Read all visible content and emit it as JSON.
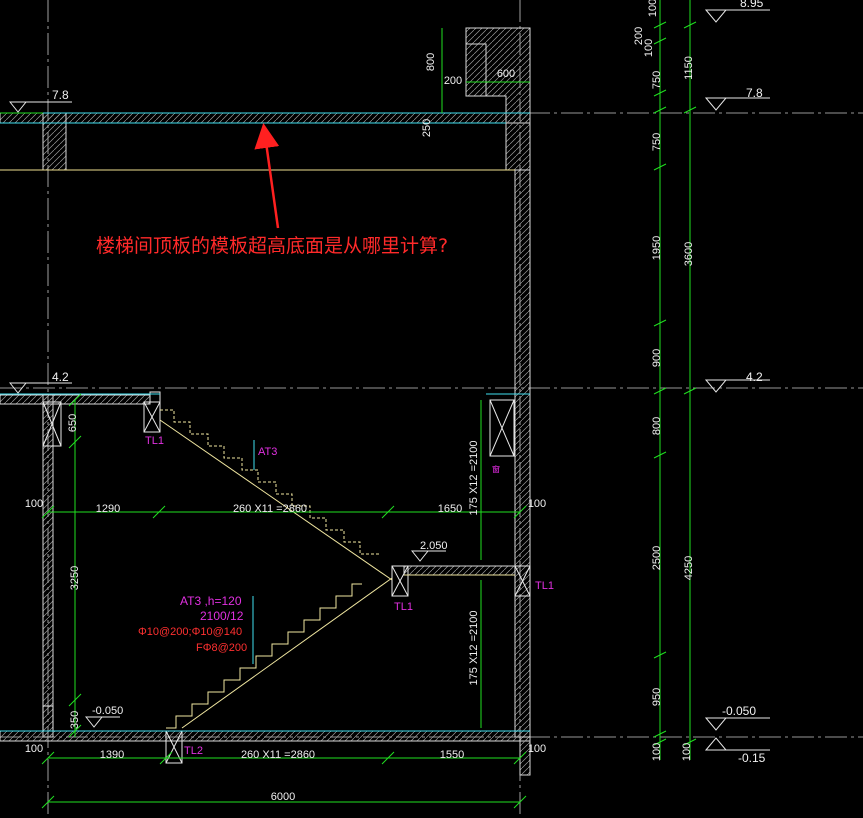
{
  "question": "楼梯间顶板的模板超高底面是从哪里计算?",
  "levels": {
    "top": "8.95",
    "roof": "7.8",
    "mid": "4.2",
    "landing": "2.050",
    "ground": "-0.050",
    "outside": "-0.15"
  },
  "labels": {
    "tl1_a": "TL1",
    "tl1_b": "TL1",
    "tl1_c": "TL1",
    "tl2": "TL2",
    "at3": "AT3",
    "note_at3": "AT3 ,h=120",
    "note_steps": "2100/12",
    "note_rebar1": "Φ10@200;Φ10@140",
    "note_rebar2": "FΦ8@200",
    "window": "窗"
  },
  "dims": {
    "d800": "800",
    "d200a": "200",
    "d600": "600",
    "d250a": "250",
    "d100a": "100",
    "d200b": "200",
    "d100b": "100",
    "d750a": "750",
    "d1150": "1150",
    "d750b": "750",
    "d1950": "1950",
    "d3600": "3600",
    "d900": "900",
    "d800b": "800",
    "d2500": "2500",
    "d4250": "4250",
    "d950": "950",
    "d100c": "100",
    "d100d": "100",
    "d650": "650",
    "d100e": "100",
    "d1290": "1290",
    "d2860a": "260 X11 =2860",
    "d1650": "1650",
    "d100f": "100",
    "d2100a": "175 X12 =2100",
    "d2100b": "175 X12 =2100",
    "d3250": "3250",
    "d350": "350",
    "d100g": "100",
    "d1390": "1390",
    "d2860b": "260 X11 =2860",
    "d1550": "1550",
    "d100h": "100",
    "d6000": "6000"
  }
}
